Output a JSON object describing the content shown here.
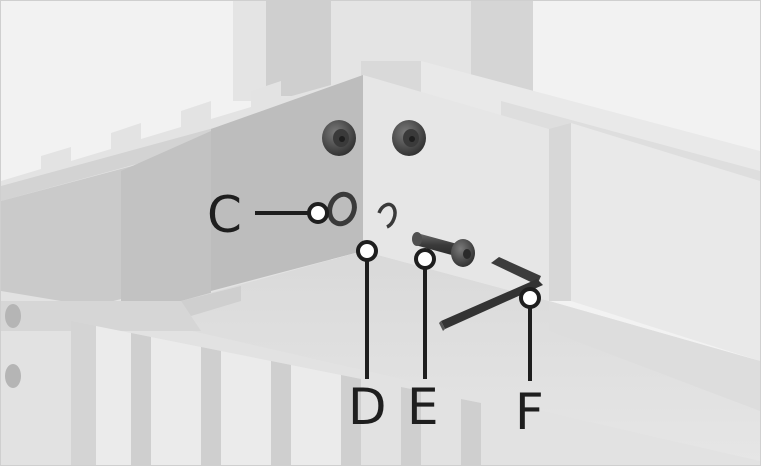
{
  "diagram": {
    "callouts": [
      {
        "id": "C",
        "label": "C"
      },
      {
        "id": "D",
        "label": "D"
      },
      {
        "id": "E",
        "label": "E"
      },
      {
        "id": "F",
        "label": "F"
      }
    ]
  },
  "colors": {
    "background": "#f3f3f3",
    "wall_light": "#e2e2e2",
    "wall_mid": "#d1d1d1",
    "wall_shadow": "#b9b9b9",
    "hardware": "#4a4a4a",
    "callout_line": "#1e1e1e"
  }
}
